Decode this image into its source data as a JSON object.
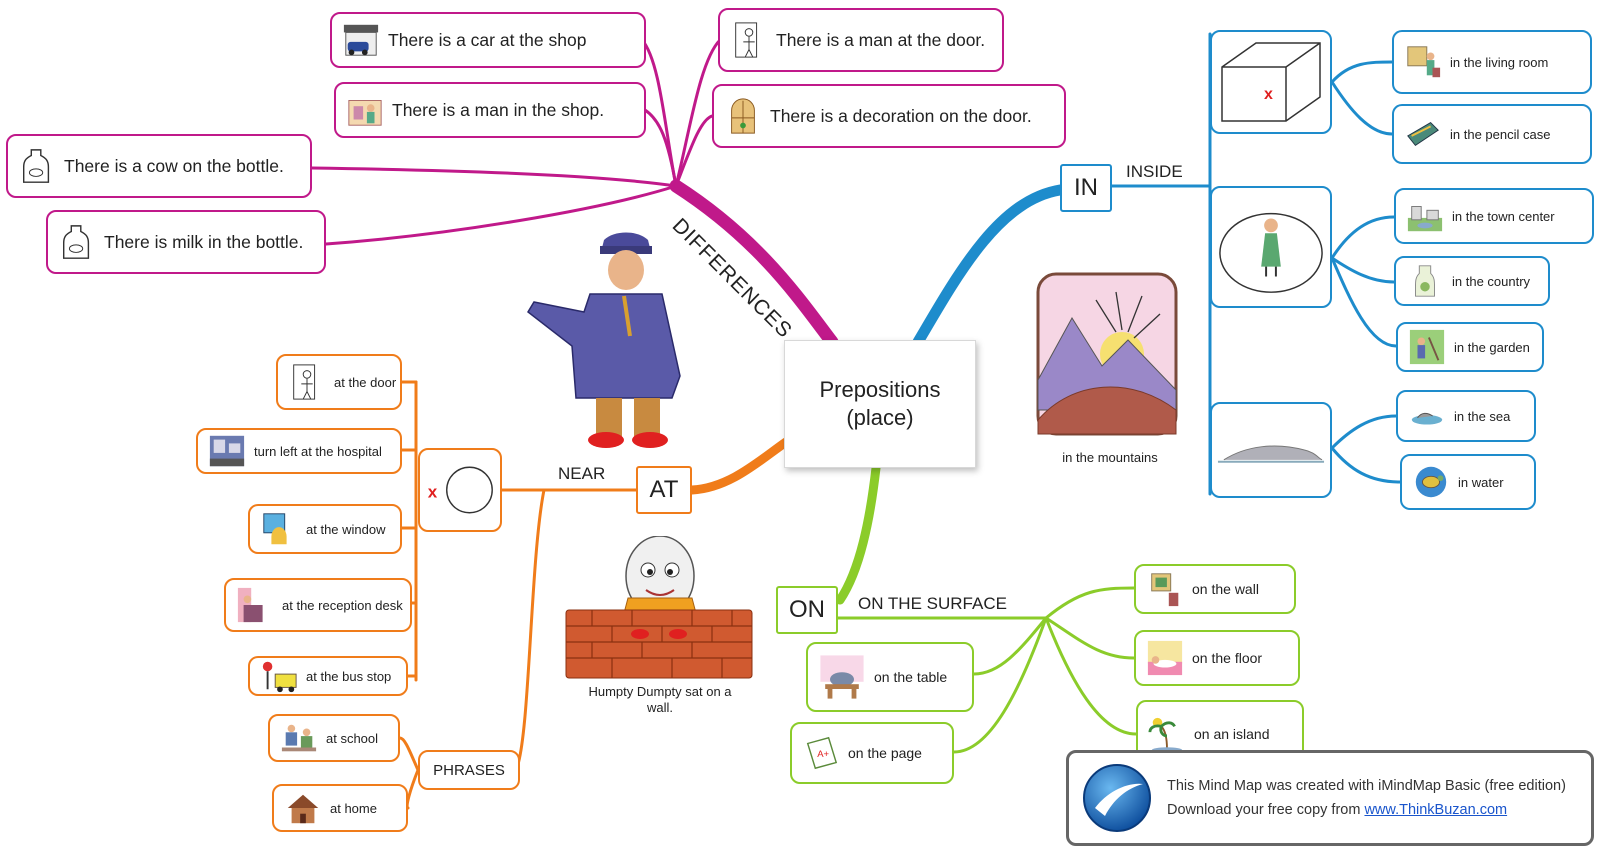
{
  "center": {
    "line1": "Prepositions",
    "line2": "(place)"
  },
  "differences": {
    "branch_label": "DIFFERENCES",
    "items": [
      "There is a car at the shop",
      "There is a man in the shop.",
      "There is a cow on the bottle.",
      "There is milk in the bottle.",
      "There is a man at the door.",
      "There is a decoration on the door."
    ]
  },
  "at": {
    "keyword": "AT",
    "near_label": "NEAR",
    "phrases_label": "PHRASES",
    "items": [
      "at the door",
      "turn left at the hospital",
      "at the window",
      "at the reception desk",
      "at the bus stop",
      "at school",
      "at home"
    ]
  },
  "in": {
    "keyword": "IN",
    "inside_label": "INSIDE",
    "items": [
      "in the living room",
      "in the pencil case",
      "in the town center",
      "in the country",
      "in the garden",
      "in the sea",
      "in water"
    ],
    "mountains_caption": "in the mountains"
  },
  "on": {
    "keyword": "ON",
    "surface_label": "ON THE SURFACE",
    "items": [
      "on the wall",
      "on the floor",
      "on an island",
      "on the table",
      "on the page"
    ]
  },
  "humpty_caption": "Humpty Dumpty sat on a wall.",
  "footer": {
    "line1": "This Mind Map was created with iMindMap Basic (free edition)",
    "line2_prefix": "Download your free copy from ",
    "link": "www.ThinkBuzan.com"
  },
  "colors": {
    "differences": "#c0198a",
    "at": "#f07c1a",
    "in": "#1e8ccc",
    "on": "#8bcc2a",
    "x_mark": "#e02020"
  }
}
